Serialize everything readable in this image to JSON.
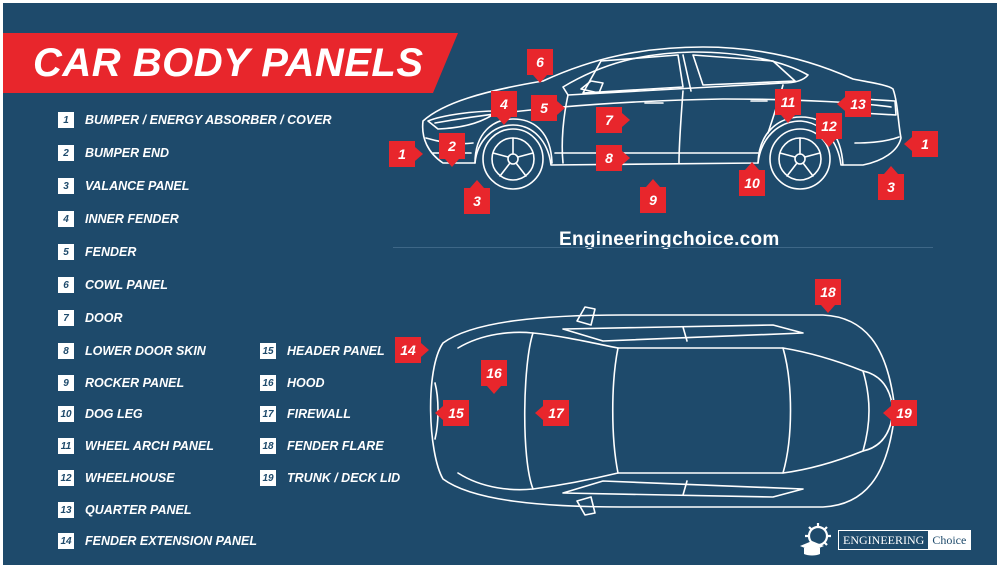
{
  "title": "CAR BODY PANELS",
  "legend": [
    {
      "num": "1",
      "label": "BUMPER / ENERGY ABSORBER / COVER"
    },
    {
      "num": "2",
      "label": "BUMPER END"
    },
    {
      "num": "3",
      "label": "VALANCE PANEL"
    },
    {
      "num": "4",
      "label": "INNER FENDER"
    },
    {
      "num": "5",
      "label": "FENDER"
    },
    {
      "num": "6",
      "label": "COWL PANEL"
    },
    {
      "num": "7",
      "label": "DOOR"
    },
    {
      "num": "8",
      "label": "LOWER DOOR SKIN"
    },
    {
      "num": "9",
      "label": "ROCKER PANEL"
    },
    {
      "num": "10",
      "label": "DOG LEG"
    },
    {
      "num": "11",
      "label": "WHEEL ARCH PANEL"
    },
    {
      "num": "12",
      "label": "WHEELHOUSE"
    },
    {
      "num": "13",
      "label": "QUARTER PANEL"
    },
    {
      "num": "14",
      "label": "FENDER EXTENSION PANEL"
    },
    {
      "num": "15",
      "label": "HEADER PANEL"
    },
    {
      "num": "16",
      "label": "HOOD"
    },
    {
      "num": "17",
      "label": "FIREWALL"
    },
    {
      "num": "18",
      "label": "FENDER FLARE"
    },
    {
      "num": "19",
      "label": "TRUNK / DECK LID"
    }
  ],
  "callouts": [
    "1",
    "2",
    "3",
    "4",
    "5",
    "6",
    "7",
    "8",
    "9",
    "10",
    "11",
    "12",
    "13",
    "1",
    "3",
    "14",
    "15",
    "16",
    "17",
    "18",
    "19"
  ],
  "website": "Engineeringchoice.com",
  "logo": {
    "part1": "ENGINEERING",
    "part2": "Choice"
  },
  "colors": {
    "background": "#1e4a6b",
    "accent": "#e8262c",
    "line": "#ffffff"
  }
}
